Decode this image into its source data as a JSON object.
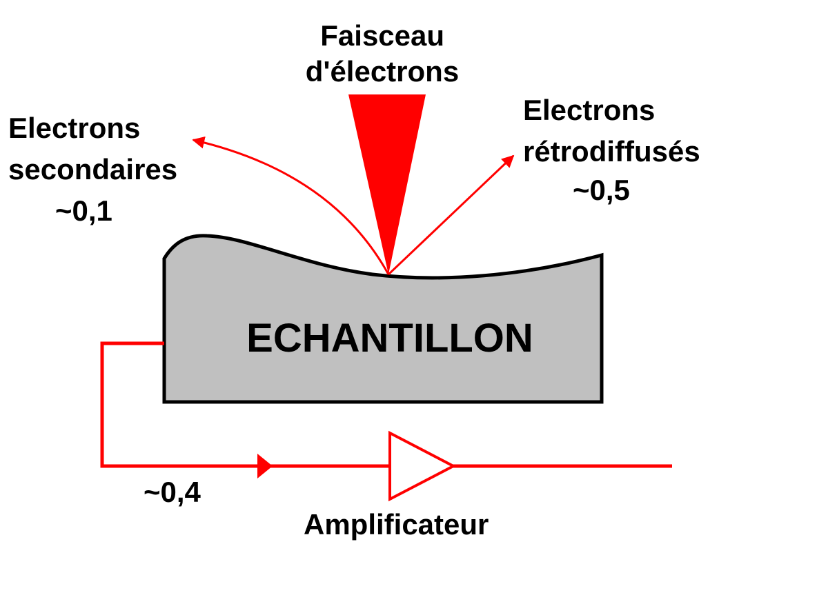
{
  "diagram": {
    "beam_label": [
      "Faisceau",
      "d'électrons"
    ],
    "secondary_label": [
      "Electrons",
      "secondaires",
      "~0,1"
    ],
    "backscatter_label": [
      "Electrons",
      "rétrodiffusés",
      "~0,5"
    ],
    "sample_label": "ECHANTILLON",
    "current_label": "~0,4",
    "amplifier_label": "Amplificateur"
  },
  "colors": {
    "beam": "#ff0000",
    "wire": "#ff0000",
    "sample_fill": "#c0c0c0",
    "outline": "#000000"
  }
}
